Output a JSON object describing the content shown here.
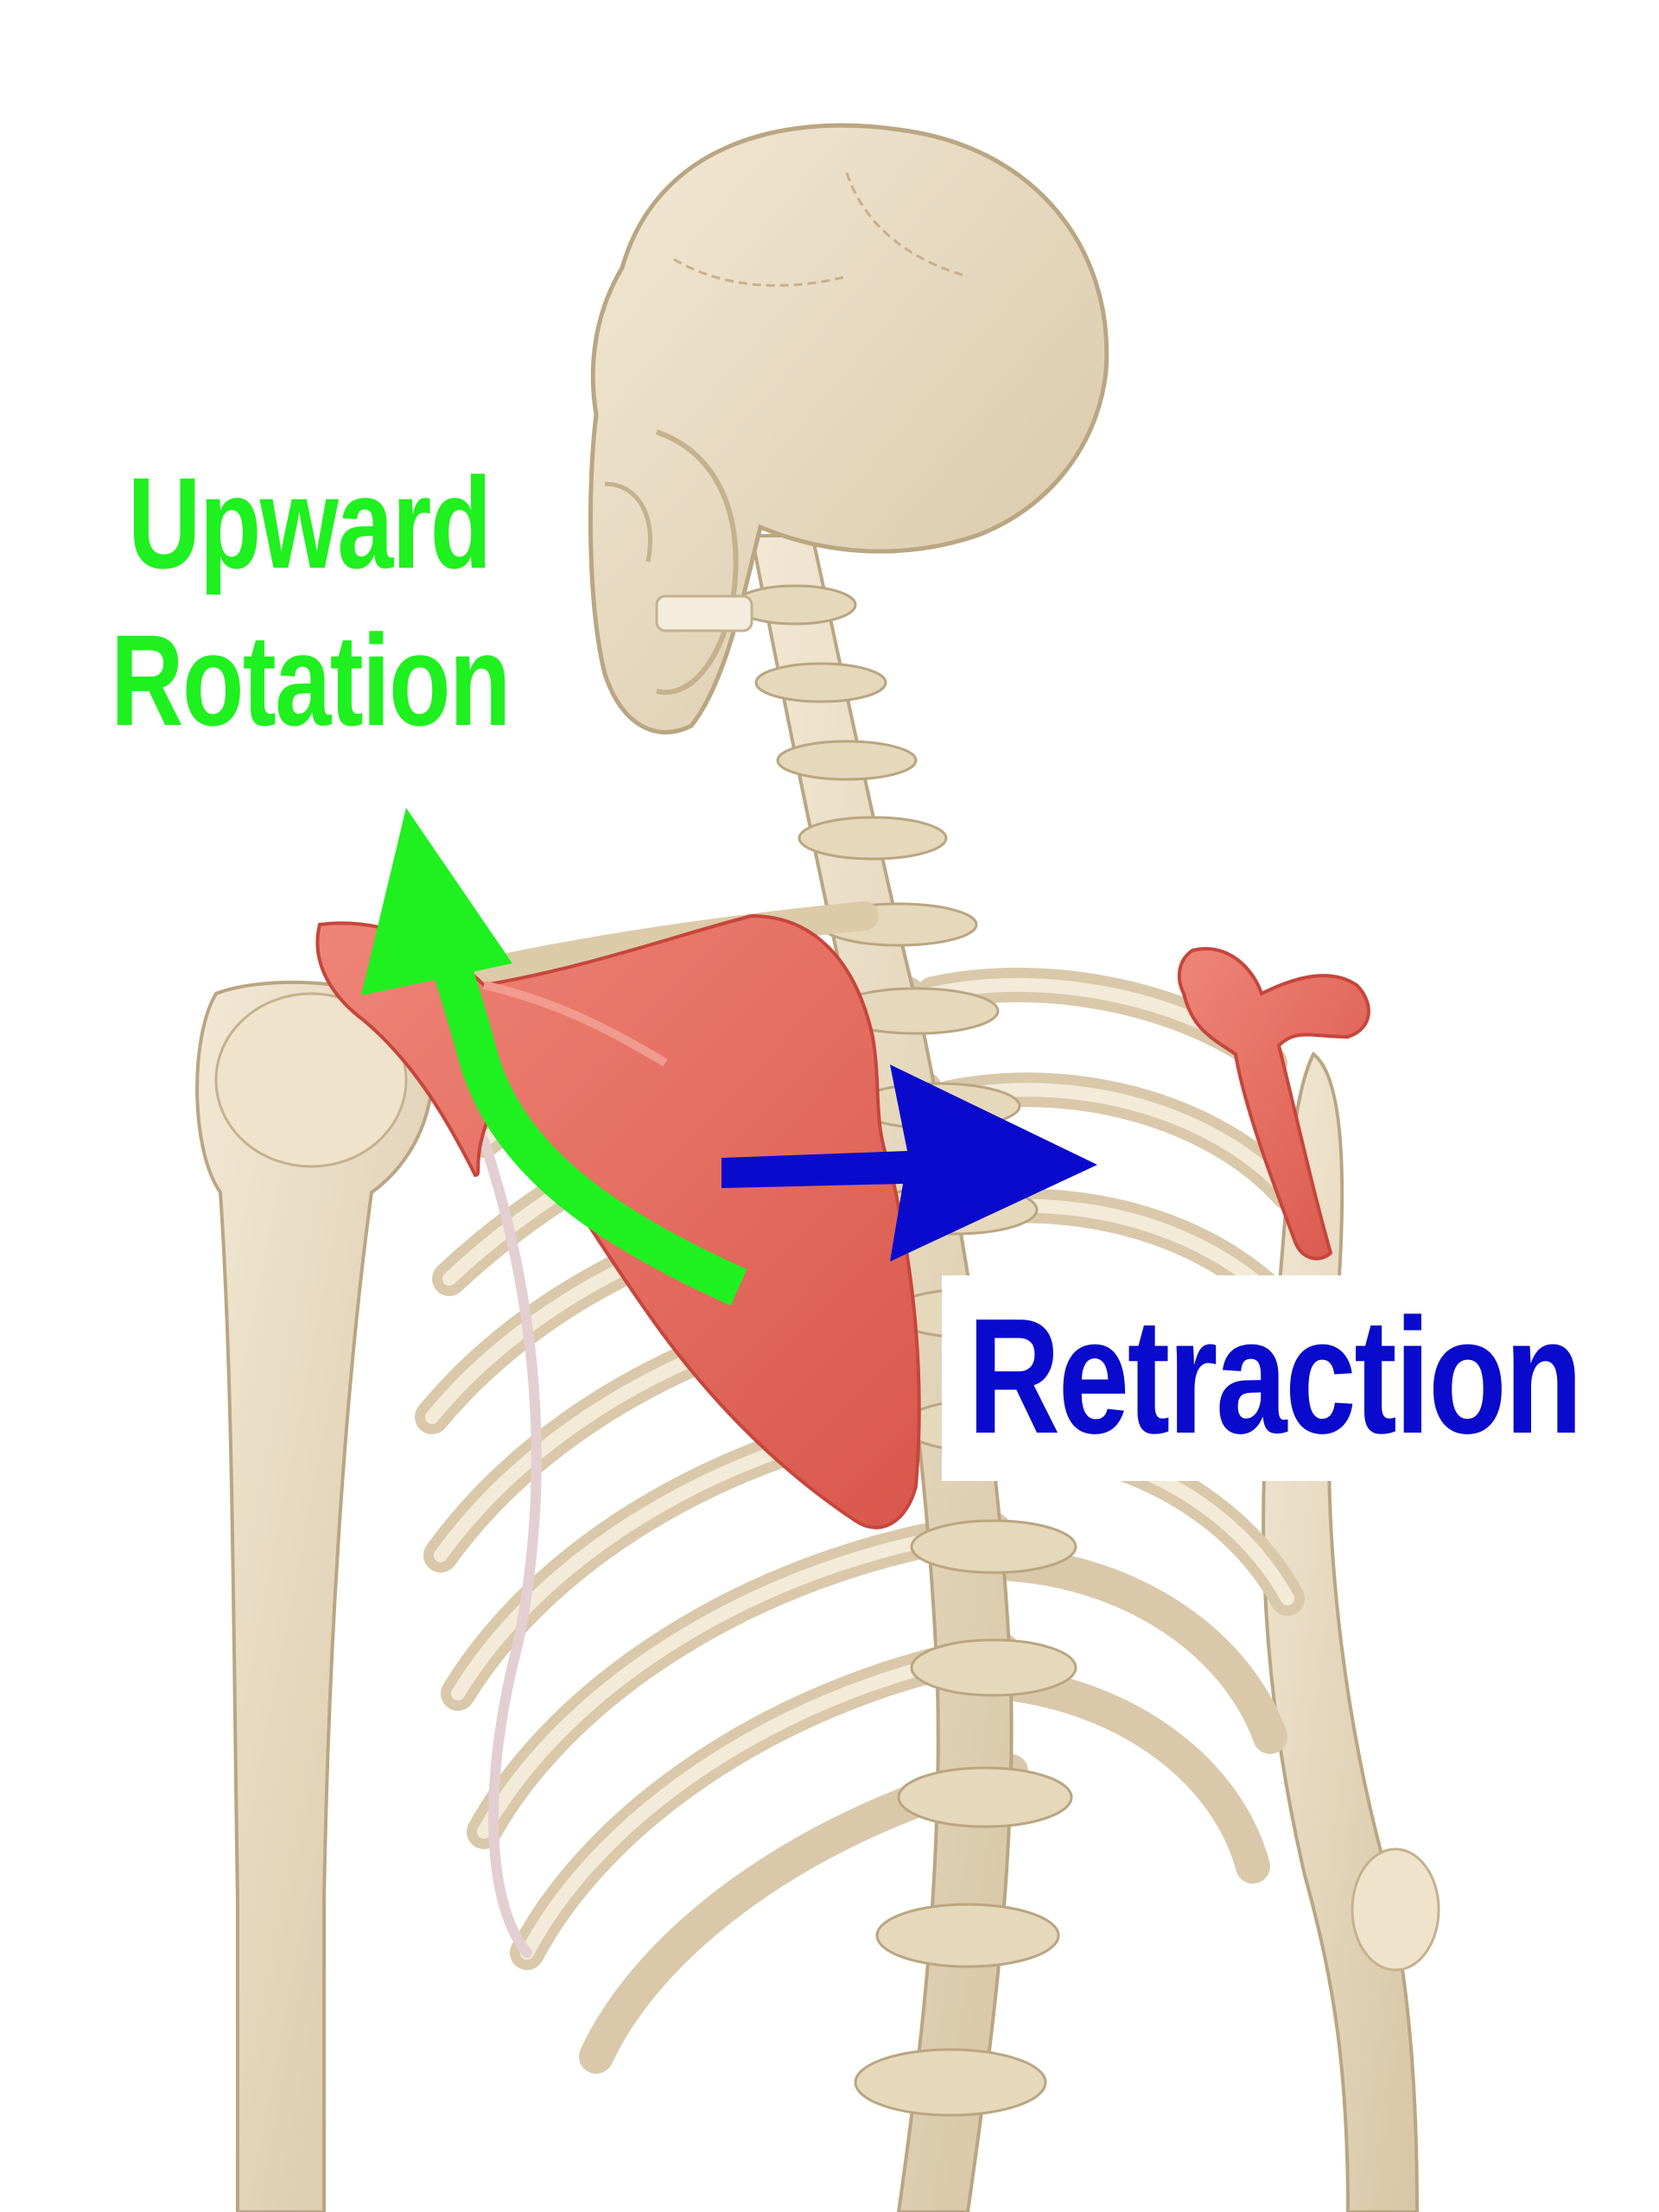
{
  "labels": {
    "upward": "Upward",
    "rotation": "Rotation",
    "retraction": "Retraction"
  },
  "colors": {
    "upward_rotation": "#1ff01f",
    "retraction": "#0a0acc",
    "scapula": "#e8746a",
    "bone": "#e9dcc2",
    "bone_shadow": "#c9b797",
    "cartilage": "#d8c0c4"
  },
  "icons": {
    "upward_rotation_arrow": "curved-arrow-up",
    "retraction_arrow": "arrow-right"
  }
}
